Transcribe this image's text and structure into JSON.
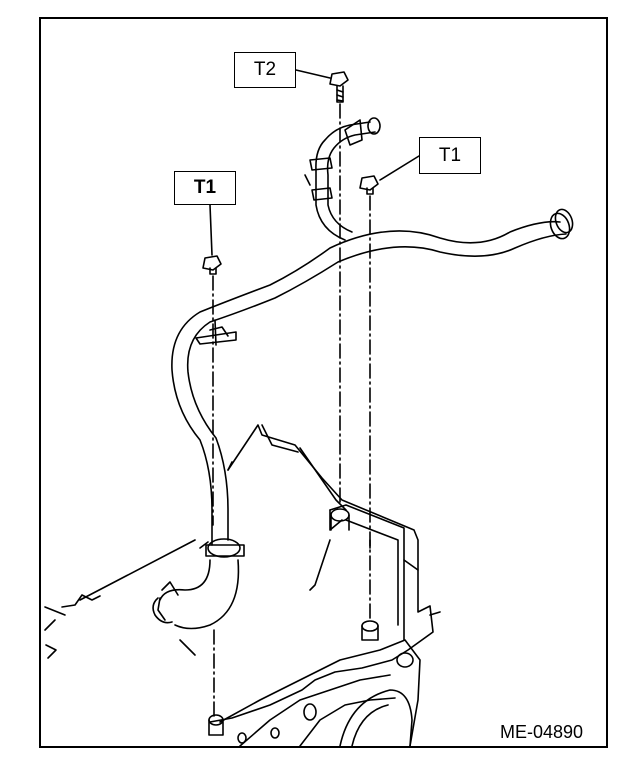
{
  "callouts": {
    "t2": "T2",
    "t1_right": "T1",
    "t1_left": "T1"
  },
  "figure_id": "ME-04890"
}
